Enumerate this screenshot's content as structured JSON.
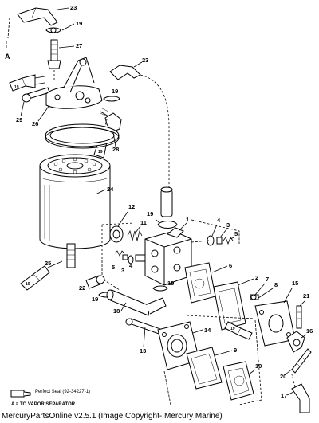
{
  "labels": {
    "l23a": "23",
    "l19a": "19",
    "lA": "A",
    "l27": "27",
    "l29": "29",
    "l26": "26",
    "l23b": "23",
    "l19b": "19",
    "l28": "28",
    "l24": "24",
    "l12": "12",
    "l11": "11",
    "l1": "1",
    "l4a": "4",
    "l3a": "3",
    "l5a": "5",
    "l19c": "19",
    "l6": "6",
    "l5b": "5",
    "l3b": "3",
    "l4b": "4",
    "l25": "25",
    "l22": "22",
    "l19d": "19",
    "l18": "18",
    "l19e": "19",
    "l2": "2",
    "l7": "7",
    "l8": "8",
    "l15": "15",
    "l21": "21",
    "l14": "14",
    "l13": "13",
    "l16": "16",
    "l9": "9",
    "l10": "10",
    "l20": "20",
    "l17": "17",
    "tube1": "19",
    "tube2": "19",
    "tube3": "19",
    "tube4": "19",
    "tube5": "19"
  },
  "legend": {
    "tube_label": "19",
    "seal_text": "Perfect Seal (92-34227-1)",
    "a_text": "A = TO VAPOR SEPARATOR"
  },
  "footer": "MercuryPartsOnline v2.5.1 (Image Copyright- Mercury Marine)"
}
